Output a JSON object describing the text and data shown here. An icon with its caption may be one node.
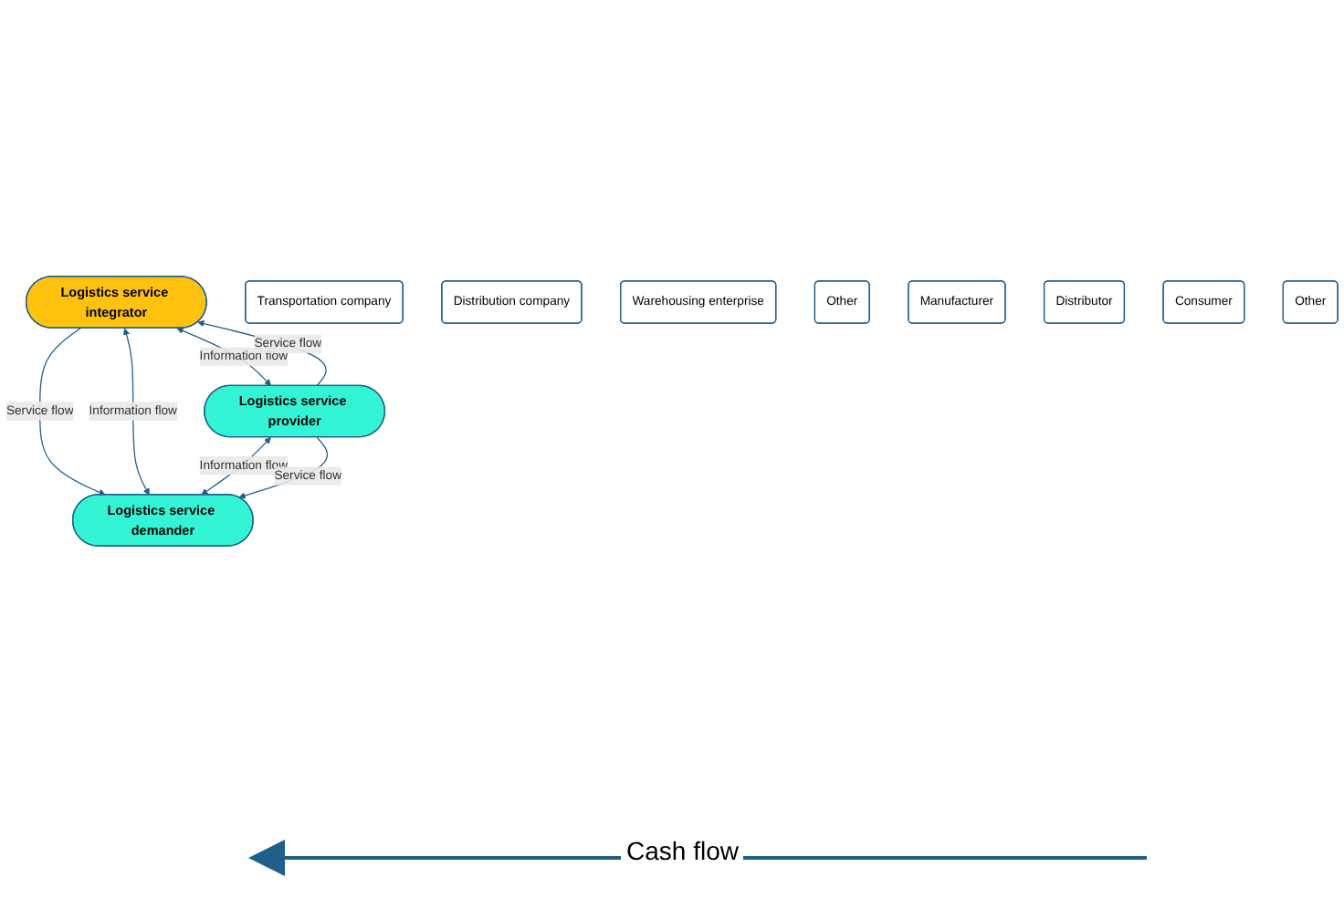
{
  "diagram": {
    "nodes": [
      {
        "text": [
          "Logistics service integrator"
        ]
      },
      {
        "text": [
          "Logistics service provider"
        ]
      },
      {
        "text": [
          "Logistics service demander"
        ]
      },
      {
        "text": [
          "Transportation company"
        ]
      },
      {
        "text": [
          "Distribution company"
        ]
      },
      {
        "text": [
          "Warehousing enterprise"
        ]
      },
      {
        "text": [
          "Other"
        ]
      },
      {
        "text": [
          "Manufacturer"
        ]
      },
      {
        "text": [
          "Distributor"
        ]
      },
      {
        "text": [
          "Consumer"
        ]
      },
      {
        "text": [
          "Other"
        ]
      }
    ],
    "edges": [
      {
        "from": 0,
        "to": 1,
        "arrow": "both",
        "label": "Information flow"
      },
      {
        "from": 1,
        "to": 0,
        "arrow": "to",
        "label": "Service flow"
      },
      {
        "from": 0,
        "to": 2,
        "arrow": "to",
        "label": "Service flow"
      },
      {
        "from": 0,
        "to": 2,
        "arrow": "both",
        "label": "Information flow"
      },
      {
        "from": 1,
        "to": 2,
        "arrow": "both",
        "label": "Information flow"
      },
      {
        "from": 1,
        "to": 2,
        "arrow": "to",
        "label": "Service flow"
      }
    ],
    "labels": [
      "Cash flow"
    ]
  }
}
